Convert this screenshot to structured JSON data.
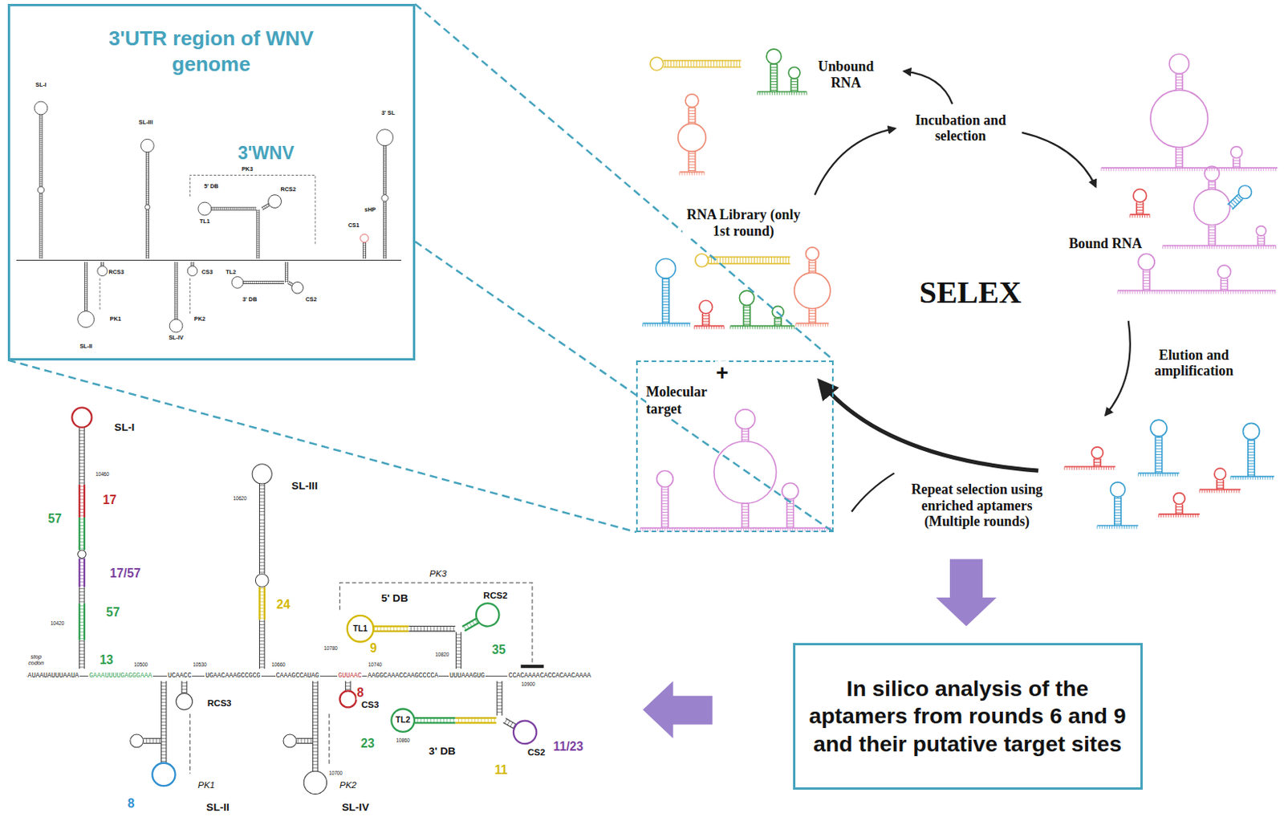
{
  "diagram": {
    "nodes": [
      {
        "text": [
          "3'UTR region of WNV genome",
          "3'WNV"
        ]
      },
      {
        "text": [
          "Molecular target"
        ]
      },
      {
        "text": [
          "In silico analysis of the aptamers from rounds 6 and 9 and their putative target sites"
        ]
      }
    ],
    "edges": [
      {
        "from": 0,
        "to": 1,
        "arrow": "none"
      },
      {
        "from": 0,
        "to": 1,
        "arrow": "none"
      },
      {
        "from": 0,
        "to": 1,
        "arrow": "none"
      }
    ],
    "labels": [
      "+",
      "Unbound RNA",
      "Incubation and selection",
      "RNA Library (only 1st round)",
      "Bound RNA",
      "SELEX",
      "Elution and amplification",
      "Repeat selection using enriched aptamers (Multiple rounds)",
      "SL-I",
      "SL-III",
      "3' SL",
      "5' DB",
      "PK3",
      "TL1",
      "RCS2",
      "sHP",
      "CS1",
      "RCS3",
      "PK1",
      "SL-II",
      "CS3",
      "PK2",
      "SL-IV",
      "TL2",
      "3' DB",
      "CS2",
      "SL-I",
      "17",
      "57",
      "17/57",
      "57",
      "13",
      "10460",
      "10420",
      "stop codon",
      "SL-III",
      "10620",
      "24",
      "PK3",
      "5' DB",
      "TL1",
      "9",
      "RCS2",
      "35",
      "10780",
      "10820",
      "10500",
      "10530",
      "10660",
      "10740",
      "8",
      "RCS3",
      "CS3",
      "10900",
      "PK1",
      "SL-II",
      "8",
      "PK2",
      "SL-IV",
      "10700",
      "TL2",
      "23",
      "3' DB",
      "10860",
      "11",
      "CS2",
      "11/23",
      "AUAAUAUUUAAUA",
      "GAAAUUUUGAGGGAAA",
      "UCAACC",
      "UGAACAAAGCCGCG",
      "CAAAGCCAUAG",
      "GUUAAC",
      "AAGGCAAACCAAGCCCCA",
      "UUUAAAGUG",
      "CCACAAAACACCACAACAAAA"
    ]
  }
}
